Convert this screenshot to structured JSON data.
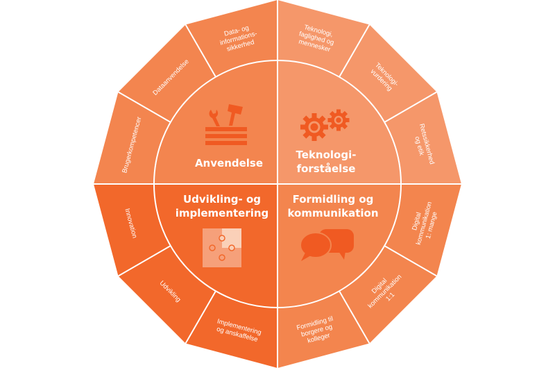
{
  "colors": {
    "anvendelse": "#F3854F",
    "teknologiforstaaelse": "#F5976A",
    "udvikling": "#F2682B",
    "formidling": "#F3854E",
    "icon": "#F05A22",
    "line": "#FFFFFF"
  },
  "quadrants": [
    {
      "key": "anvendelse",
      "title_lines": [
        "Anvendelse"
      ],
      "icon": "tools-icon"
    },
    {
      "key": "teknologiforstaaelse",
      "title_lines": [
        "Teknologi-",
        "forståelse"
      ],
      "icon": "gears-icon"
    },
    {
      "key": "udvikling",
      "title_lines": [
        "Udvikling- og",
        "implementering"
      ],
      "icon": "puzzle-icon"
    },
    {
      "key": "formidling",
      "title_lines": [
        "Formidling og",
        "kommunikation"
      ],
      "icon": "speech-bubbles-icon"
    }
  ],
  "segments": [
    {
      "label_lines": [
        "Teknologi,",
        "faglighed og",
        "mennesker"
      ],
      "quadrant": "teknologiforstaaelse"
    },
    {
      "label_lines": [
        "Teknologi-",
        "vurdering"
      ],
      "quadrant": "teknologiforstaaelse"
    },
    {
      "label_lines": [
        "Retssikkerhed",
        "og etik"
      ],
      "quadrant": "teknologiforstaaelse"
    },
    {
      "label_lines": [
        "Digital",
        "kommunikation",
        "1: mange"
      ],
      "quadrant": "formidling"
    },
    {
      "label_lines": [
        "Digital",
        "kommunikation",
        "1:1"
      ],
      "quadrant": "formidling"
    },
    {
      "label_lines": [
        "Formidling til",
        "borgere og",
        "kolleger"
      ],
      "quadrant": "formidling"
    },
    {
      "label_lines": [
        "Implementering",
        "og anskaffelse"
      ],
      "quadrant": "udvikling"
    },
    {
      "label_lines": [
        "Udvikling"
      ],
      "quadrant": "udvikling"
    },
    {
      "label_lines": [
        "Innovation"
      ],
      "quadrant": "udvikling"
    },
    {
      "label_lines": [
        "Brugerkompetencer"
      ],
      "quadrant": "anvendelse"
    },
    {
      "label_lines": [
        "Dataanvendelse"
      ],
      "quadrant": "anvendelse"
    },
    {
      "label_lines": [
        "Data- og",
        "informations-",
        "sikkerhed"
      ],
      "quadrant": "anvendelse"
    }
  ]
}
